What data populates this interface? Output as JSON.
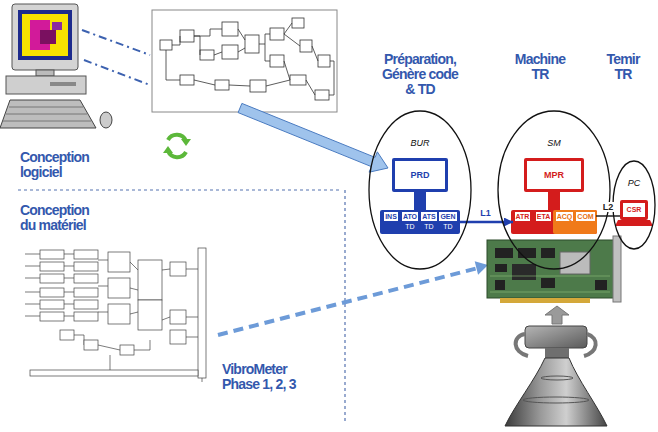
{
  "diagram": {
    "nodes": [
      {
        "text": [
          "BUR"
        ]
      },
      {
        "text": [
          "PRD"
        ],
        "in": 0
      },
      {
        "text": [
          "INS"
        ],
        "in": 0
      },
      {
        "text": [
          "ATO",
          "TD"
        ],
        "in": 0
      },
      {
        "text": [
          "ATS",
          "TD"
        ],
        "in": 0
      },
      {
        "text": [
          "GEN",
          "TD"
        ],
        "in": 0
      },
      {
        "text": [
          "SM"
        ]
      },
      {
        "text": [
          "MPR"
        ],
        "in": 6
      },
      {
        "text": [
          "ATR"
        ],
        "in": 6
      },
      {
        "text": [
          "ETA"
        ],
        "in": 6
      },
      {
        "text": [
          "ACQ"
        ],
        "in": 6
      },
      {
        "text": [
          "COM"
        ],
        "in": 6
      },
      {
        "text": [
          "PC"
        ]
      },
      {
        "text": [
          "CSR"
        ],
        "in": 12
      }
    ],
    "edges": [
      {
        "from": 5,
        "to": 8,
        "arrow": "to",
        "label": "L1"
      },
      {
        "from": 11,
        "to": 13,
        "arrow": "none",
        "label": "L2"
      }
    ],
    "labels": [
      "Conception logiciel",
      "Préparation, Génère code & TD",
      "Machine TR",
      "Temir TR",
      "Conception du matériel",
      "VibroMeter Phase 1, 2, 3"
    ]
  }
}
